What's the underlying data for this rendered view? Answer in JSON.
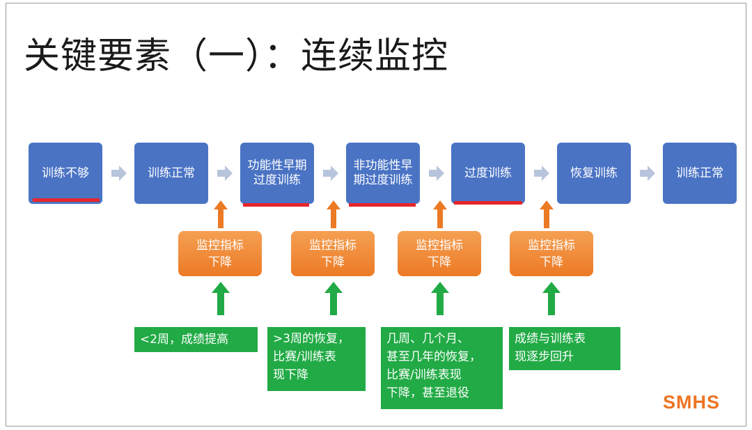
{
  "title": "关键要素（一）：连续监控",
  "stages": [
    "训练不够",
    "训练正常",
    "功能性早期过度训练",
    "非功能性早期过度训练",
    "过度训练",
    "恢复训练",
    "训练正常"
  ],
  "indicator_label": "监控指标下降",
  "outcomes": [
    "<2周，成绩提高",
    ">3周的恢复，\n比赛/训练表\n现下降",
    "几周、几个月、\n甚至几年的恢复，\n比赛/训练表现\n下降，甚至退役",
    "成绩与训练表\n现逐步回升"
  ],
  "logo": "SMHS",
  "colors": {
    "stage": "#4a73c4",
    "red_mark": "#e8262b",
    "orange": "#ec7a25",
    "green": "#21aa45",
    "arrow_gray": "#b7c4dc",
    "logo": "#ee7422"
  }
}
